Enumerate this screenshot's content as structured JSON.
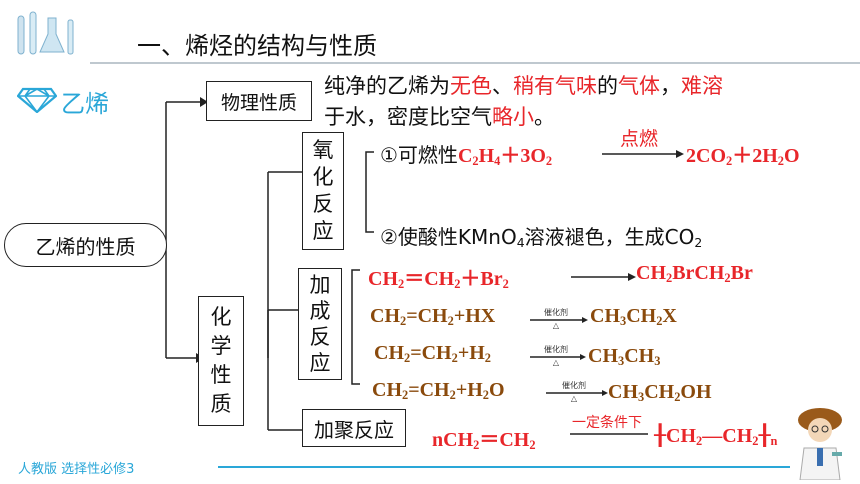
{
  "header": {
    "title": "一、烯烃的结构与性质"
  },
  "section": {
    "icon": "diamond-icon",
    "title": "乙烯"
  },
  "root_label": "乙烯的性质",
  "physical": {
    "label": "物理性质",
    "text": [
      "纯净的乙烯为",
      "无色",
      "、",
      "稍有气味",
      "的",
      "气体",
      "，",
      "难溶",
      "于水，密度比空气",
      "略小",
      "。"
    ]
  },
  "chemical": {
    "label": [
      "化",
      "学",
      "性",
      "质"
    ]
  },
  "oxidation": {
    "label": [
      "氧",
      "化",
      "反",
      "应"
    ],
    "item1_prefix": "①可燃性",
    "item1_condition": "点燃",
    "item2_prefix": "②使酸性KMnO",
    "item2_mid": "4",
    "item2_suffix": "溶液褪色，生成CO",
    "item2_tail": "2"
  },
  "addition": {
    "label": [
      "加",
      "成",
      "反",
      "应"
    ],
    "catalyst": "催化剂",
    "heat": "△"
  },
  "polymerization": {
    "label": "加聚反应",
    "condition": "一定条件下"
  },
  "footer": {
    "text": "人教版 选择性必修3"
  },
  "colors": {
    "red": "#e8262a",
    "brown": "#8a4a0c",
    "accent_blue": "#2aa7d8"
  }
}
